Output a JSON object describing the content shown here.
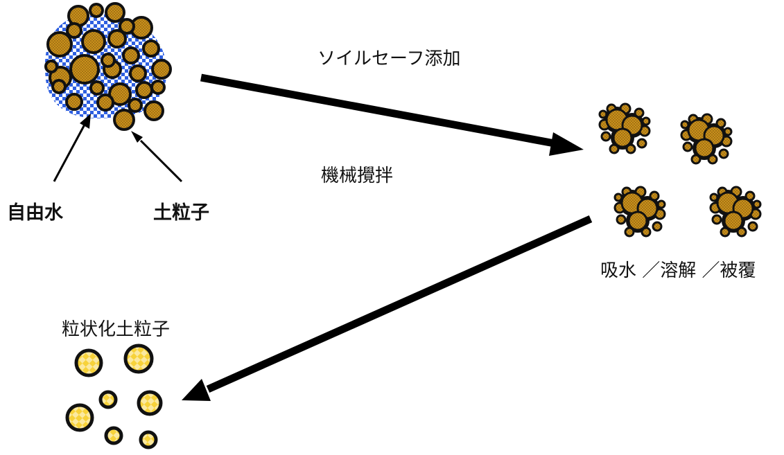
{
  "labels": {
    "additive": "ソイルセーフ添加",
    "mixing": "機械攪拌",
    "free_water": "自由水",
    "soil_particle": "土粒子",
    "process": "吸水 ／溶解 ／被覆",
    "granulated": "粒状化土粒子"
  },
  "colors": {
    "particle_fill": "#c9901c",
    "particle_stroke": "#111111",
    "water_blue": "#2e5fe0",
    "granule_yellow": "#f7d23a",
    "granule_light": "#fbe9a0",
    "arrow": "#000000"
  },
  "icons": {
    "clump": "soil-particle-clump-with-free-water",
    "aggregates": "coated-soil-aggregates",
    "granules": "granulated-soil-particles"
  }
}
